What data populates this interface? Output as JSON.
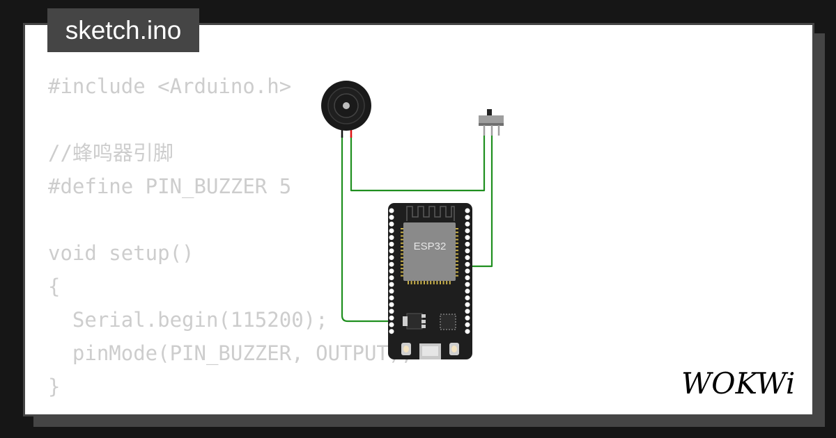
{
  "colors": {
    "page_background": "#161616",
    "card_background": "#ffffff",
    "frame": "#454545",
    "code_text": "#cdcdcd",
    "wire": "#1f8f1f",
    "board": "#1e1e1e",
    "chip": "#8a8a8a"
  },
  "file_tab": {
    "label": "sketch.ino"
  },
  "code": {
    "lines": [
      "#include <Arduino.h>",
      "",
      "//蜂鸣器引脚",
      "#define PIN_BUZZER 5",
      "",
      "void setup()",
      "{",
      "  Serial.begin(115200);",
      "  pinMode(PIN_BUZZER, OUTPUT);",
      "}"
    ]
  },
  "circuit": {
    "board_label": "ESP32",
    "components": [
      "piezo-buzzer",
      "slide-switch",
      "esp32-devkit"
    ]
  },
  "brand": {
    "logo_text": "WOKWi"
  }
}
